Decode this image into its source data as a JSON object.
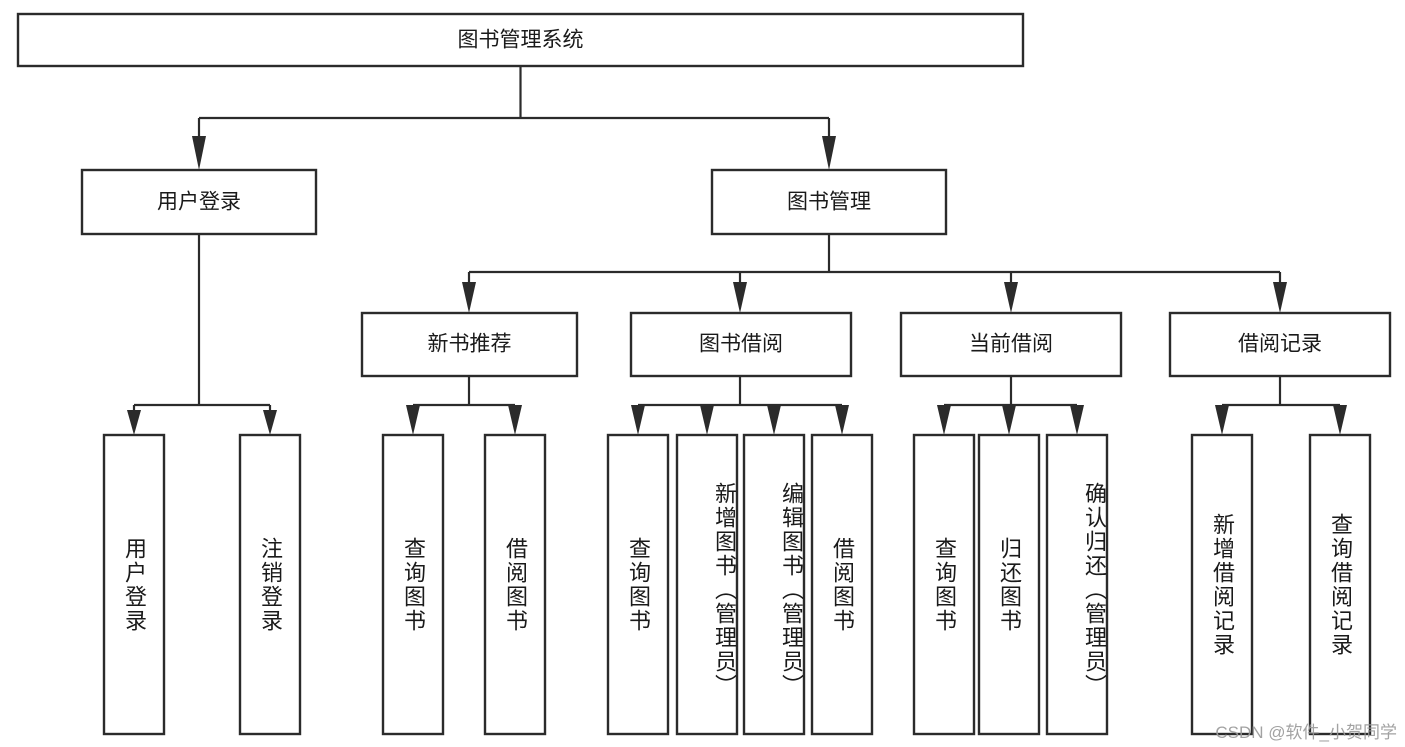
{
  "diagram": {
    "title": "图书管理系统",
    "type": "tree",
    "orientation": "top-down",
    "watermark": "CSDN @软件_小贺同学",
    "colors": {
      "background": "#ffffff",
      "box_fill": "#ffffff",
      "box_stroke": "#2b2b2b",
      "connector": "#2b2b2b",
      "text": "#1a1a1a",
      "watermark": "#9b9b9b"
    },
    "root": {
      "id": "root",
      "label": "图书管理系统",
      "orientation": "horizontal"
    },
    "level2": [
      {
        "id": "user-login",
        "label": "用户登录",
        "orientation": "horizontal"
      },
      {
        "id": "book-manage",
        "label": "图书管理",
        "orientation": "horizontal"
      }
    ],
    "level3": [
      {
        "id": "new-book-rec",
        "label": "新书推荐",
        "parent": "book-manage",
        "orientation": "horizontal"
      },
      {
        "id": "book-borrow",
        "label": "图书借阅",
        "parent": "book-manage",
        "orientation": "horizontal"
      },
      {
        "id": "current-borrow",
        "label": "当前借阅",
        "parent": "book-manage",
        "orientation": "horizontal"
      },
      {
        "id": "borrow-record",
        "label": "借阅记录",
        "parent": "book-manage",
        "orientation": "horizontal"
      }
    ],
    "leaves": [
      {
        "id": "leaf-user-login",
        "label": "用户登录",
        "parent": "user-login",
        "orientation": "vertical"
      },
      {
        "id": "leaf-logout",
        "label": "注销登录",
        "parent": "user-login",
        "orientation": "vertical"
      },
      {
        "id": "leaf-query-book-1",
        "label": "查询图书",
        "parent": "new-book-rec",
        "orientation": "vertical"
      },
      {
        "id": "leaf-borrow-book-1",
        "label": "借阅图书",
        "parent": "new-book-rec",
        "orientation": "vertical"
      },
      {
        "id": "leaf-query-book-2",
        "label": "查询图书",
        "parent": "book-borrow",
        "orientation": "vertical"
      },
      {
        "id": "leaf-add-book",
        "label": "新增图书（管理员）",
        "parent": "book-borrow",
        "orientation": "vertical"
      },
      {
        "id": "leaf-edit-book",
        "label": "编辑图书（管理员）",
        "parent": "book-borrow",
        "orientation": "vertical"
      },
      {
        "id": "leaf-borrow-book-2",
        "label": "借阅图书",
        "parent": "book-borrow",
        "orientation": "vertical"
      },
      {
        "id": "leaf-query-book-3",
        "label": "查询图书",
        "parent": "current-borrow",
        "orientation": "vertical"
      },
      {
        "id": "leaf-return-book",
        "label": "归还图书",
        "parent": "current-borrow",
        "orientation": "vertical"
      },
      {
        "id": "leaf-confirm-return",
        "label": "确认归还（管理员）",
        "parent": "current-borrow",
        "orientation": "vertical"
      },
      {
        "id": "leaf-add-record",
        "label": "新增借阅记录",
        "parent": "borrow-record",
        "orientation": "vertical"
      },
      {
        "id": "leaf-query-record",
        "label": "查询借阅记录",
        "parent": "borrow-record",
        "orientation": "vertical"
      }
    ]
  }
}
